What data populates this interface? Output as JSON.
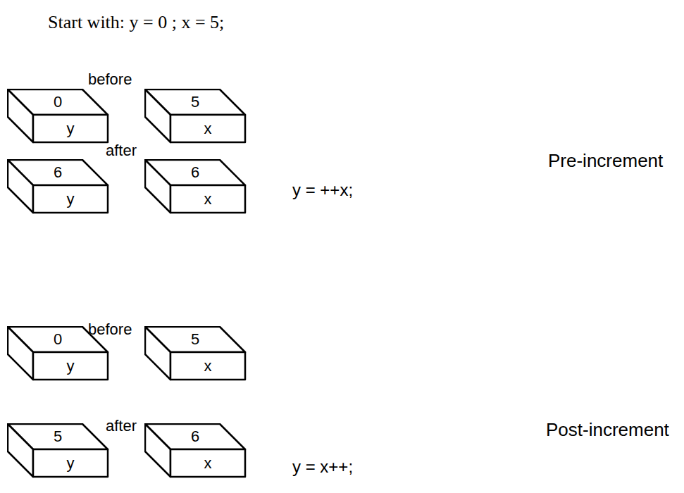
{
  "diagram": {
    "nodes": [
      {
        "text": [
          "0",
          "y"
        ]
      },
      {
        "text": [
          "5",
          "x"
        ]
      },
      {
        "text": [
          "6",
          "y"
        ]
      },
      {
        "text": [
          "6",
          "x"
        ]
      },
      {
        "text": [
          "0",
          "y"
        ]
      },
      {
        "text": [
          "5",
          "x"
        ]
      },
      {
        "text": [
          "5",
          "y"
        ]
      },
      {
        "text": [
          "6",
          "x"
        ]
      }
    ],
    "labels": [
      "Start with: y = 0 ; x = 5;",
      "before",
      "Pre-increment",
      "after",
      "y = ++x;",
      "before",
      "Post-increment",
      "after",
      "y = x++;"
    ]
  }
}
